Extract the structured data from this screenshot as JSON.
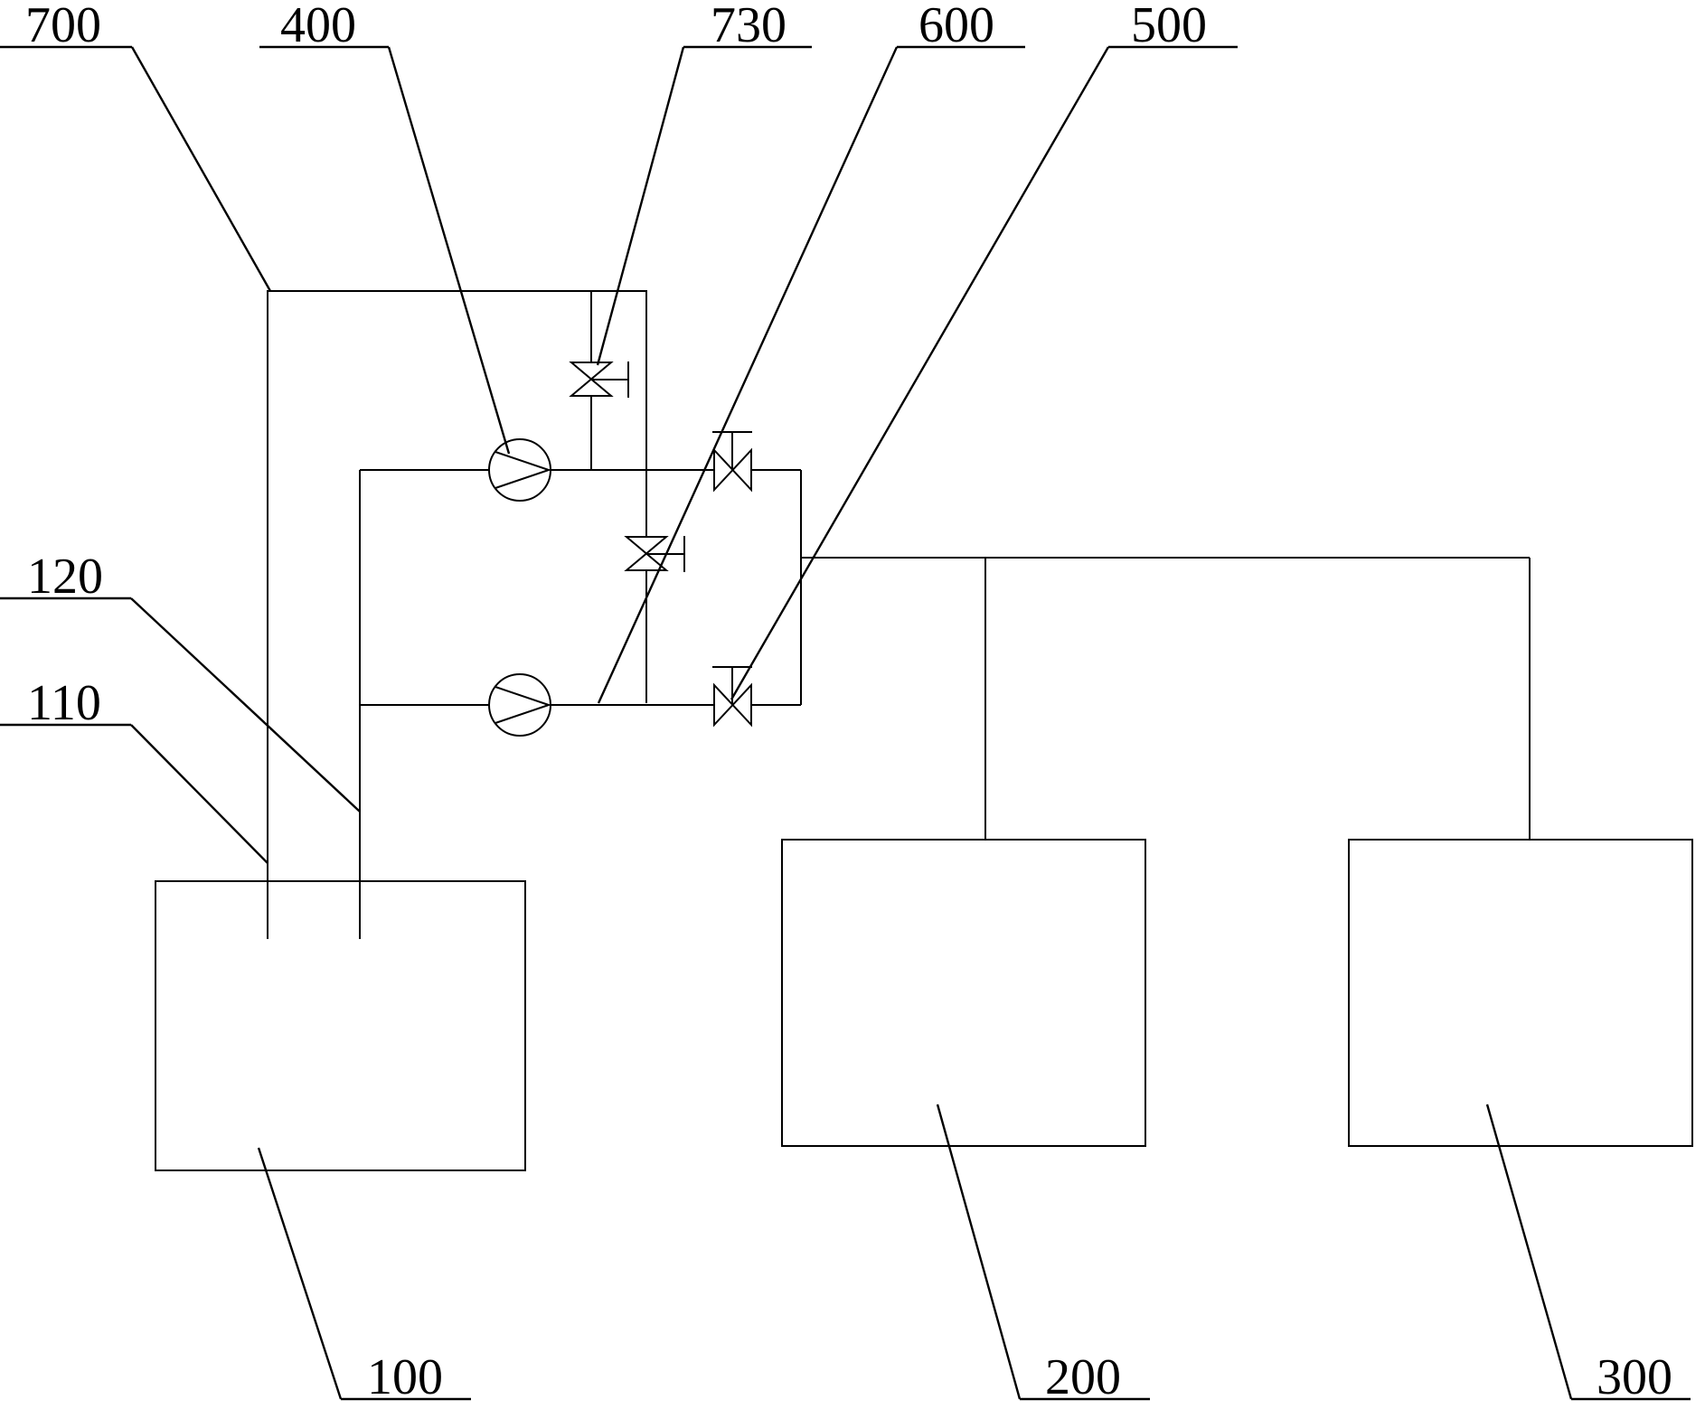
{
  "labels": {
    "l700": "700",
    "l400": "400",
    "l730": "730",
    "l600": "600",
    "l500": "500",
    "l120": "120",
    "l110": "110",
    "l100": "100",
    "l200": "200",
    "l300": "300"
  },
  "colors": {
    "line": "#000000",
    "background": "#ffffff"
  }
}
